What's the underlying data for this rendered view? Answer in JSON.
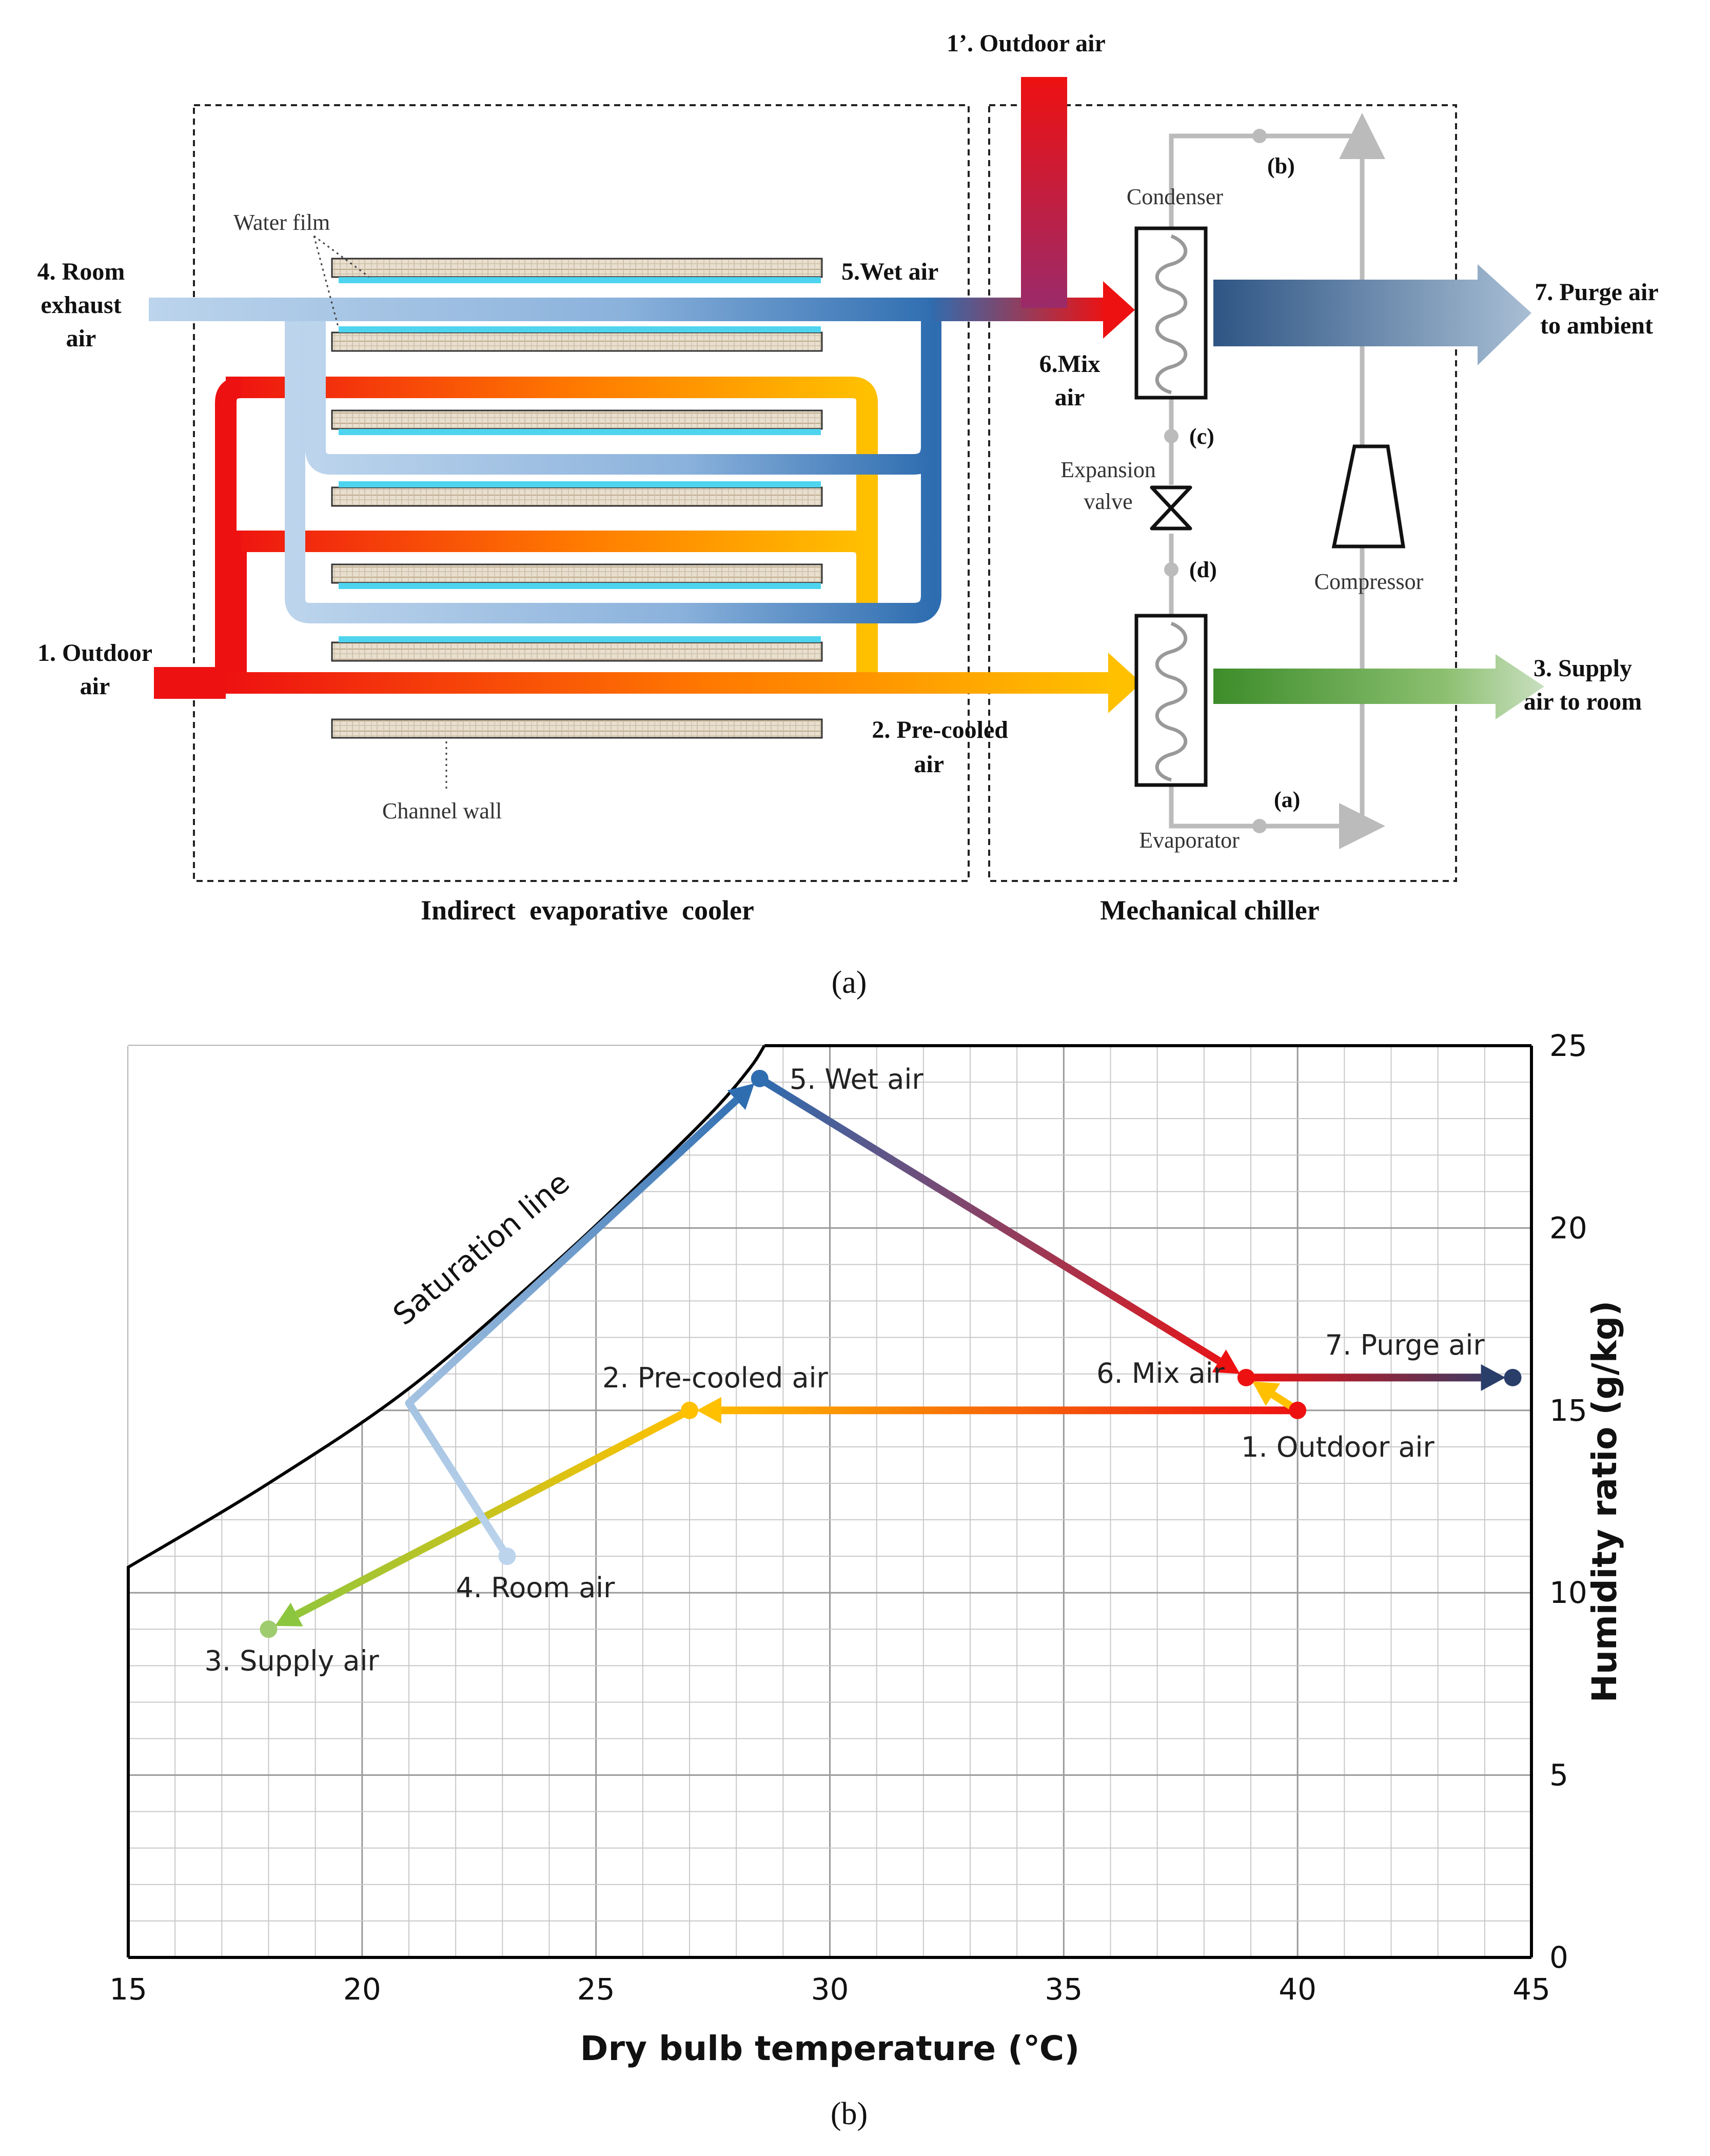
{
  "panel_a": {
    "caption": "(a)",
    "left_section_title": "Indirect  evaporative  cooler",
    "right_section_title": "Mechanical chiller",
    "labels": {
      "outdoor_air_top": "1’. Outdoor air",
      "room_exhaust_line1": "4. Room",
      "room_exhaust_line2": "exhaust",
      "room_exhaust_line3": "air",
      "outdoor_air_line1": "1. Outdoor",
      "outdoor_air_line2": "air",
      "wet_air": "5.Wet air",
      "mix_air_line1": "6.Mix",
      "mix_air_line2": "air",
      "precooled_line1": "2. Pre-cooled",
      "precooled_line2": "air",
      "purge_line1": "7. Purge air",
      "purge_line2": "to ambient",
      "supply_line1": "3. Supply",
      "supply_line2": "air to room",
      "water_film": "Water film",
      "channel_wall": "Channel wall",
      "condenser": "Condenser",
      "evaporator": "Evaporator",
      "expansion_line1": "Expansion",
      "expansion_line2": "valve",
      "compressor": "Compressor",
      "state_a": "(a)",
      "state_b": "(b)",
      "state_c": "(c)",
      "state_d": "(d)"
    },
    "colors": {
      "hot": "#ee1111",
      "warm": "#ff7a00",
      "precooled": "#ffc000",
      "room_air": "#bcd4ec",
      "wet_air": "#2e6db0",
      "supply": "#5aa032",
      "purge": "#44628a",
      "water_film": "#4ed4ee"
    }
  },
  "panel_b": {
    "caption": "(b)",
    "curve_label": "Saturation line"
  },
  "chart_data": {
    "type": "line",
    "title": "",
    "xlabel": "Dry bulb temperature (℃)",
    "ylabel": "Humidity ratio (g/kg)",
    "xlim": [
      15,
      45
    ],
    "ylim": [
      0,
      25
    ],
    "x_ticks": [
      15,
      20,
      25,
      30,
      35,
      40,
      45
    ],
    "y_ticks": [
      0,
      5,
      10,
      15,
      20,
      25
    ],
    "grid": true,
    "y_axis_side": "right",
    "saturation_line": {
      "name": "Saturation line",
      "points": [
        [
          15,
          10.7
        ],
        [
          18,
          13.0
        ],
        [
          21,
          15.6
        ],
        [
          24,
          18.9
        ],
        [
          26,
          21.3
        ],
        [
          27.5,
          23.2
        ],
        [
          28.3,
          24.4
        ],
        [
          28.6,
          25
        ]
      ]
    },
    "states": [
      {
        "label": "1. Outdoor air",
        "x": 40.0,
        "y": 15.0,
        "color": "#ee1111"
      },
      {
        "label": "2. Pre-cooled air",
        "x": 27.0,
        "y": 15.0,
        "color": "#ffc000"
      },
      {
        "label": "3. Supply air",
        "x": 18.0,
        "y": 9.0,
        "color": "#a0cc70"
      },
      {
        "label": "4. Room air",
        "x": 23.1,
        "y": 11.0,
        "color": "#bcd4ec"
      },
      {
        "label": "5. Wet air",
        "x": 28.5,
        "y": 24.1,
        "color": "#2e6db0"
      },
      {
        "label": "6. Mix air",
        "x": 38.9,
        "y": 15.9,
        "color": "#ee1111"
      },
      {
        "label": "7. Purge air",
        "x": 44.6,
        "y": 15.9,
        "color": "#2a3e6a"
      }
    ],
    "processes": [
      {
        "from": "1. Outdoor air",
        "to": "2. Pre-cooled air",
        "color_from": "#ee1111",
        "color_to": "#ffc000"
      },
      {
        "from": "2. Pre-cooled air",
        "to": "3. Supply air",
        "color_from": "#ffc000",
        "color_to": "#8cc63f"
      },
      {
        "from": "4. Room air",
        "via": [
          21.0,
          15.2
        ],
        "to": "5. Wet air",
        "color_from": "#bcd4ec",
        "color_to": "#2e6db0"
      },
      {
        "from": "5. Wet air",
        "to": "6. Mix air",
        "color_from": "#2e6db0",
        "color_to": "#ee1111"
      },
      {
        "from": "1. Outdoor air",
        "to": "6. Mix air",
        "color_from": "#ffc000",
        "color_to": "#ffc000"
      },
      {
        "from": "6. Mix air",
        "to": "7. Purge air",
        "color_from": "#ee1111",
        "color_to": "#2a3e6a"
      }
    ]
  }
}
